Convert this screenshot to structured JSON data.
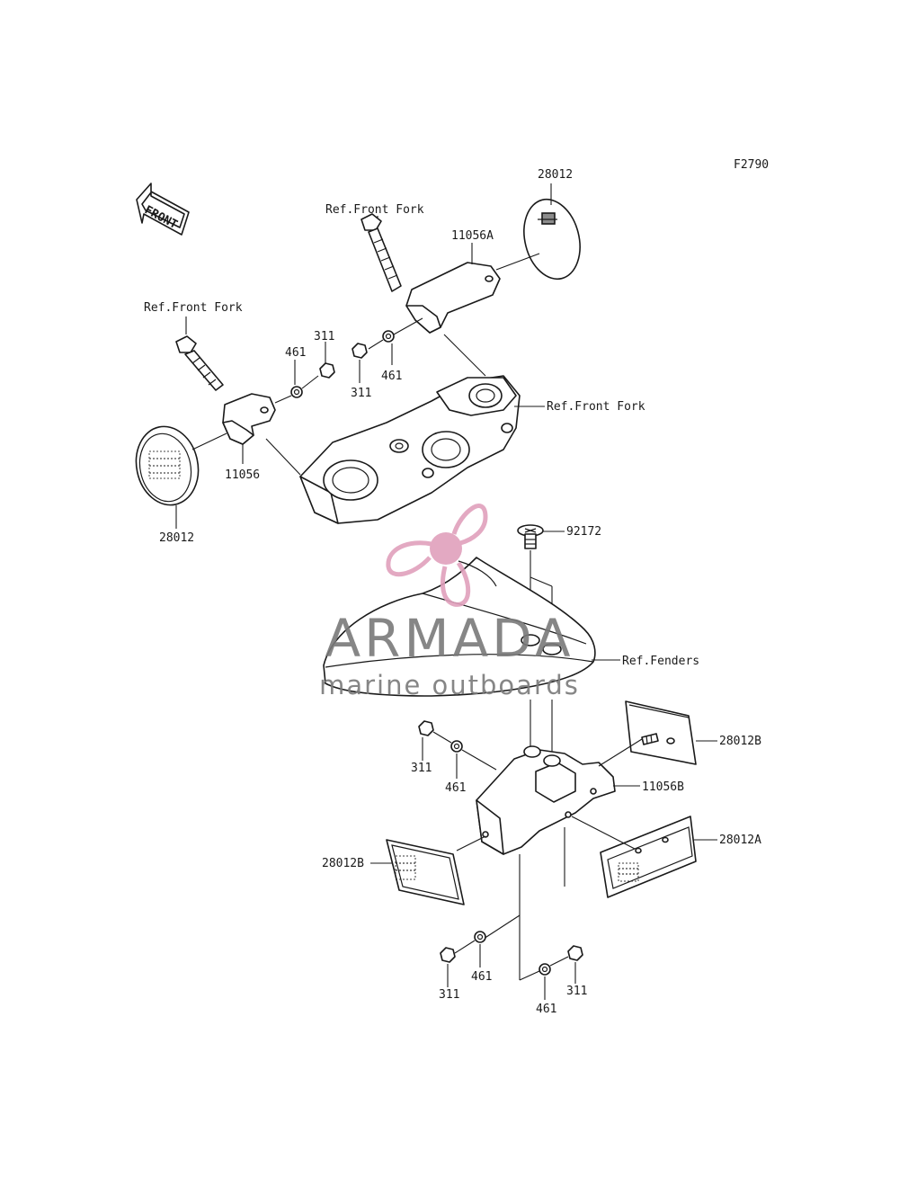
{
  "figure_code": "F2790",
  "front_arrow_text": "FRONT",
  "callouts": {
    "ref_front_fork_upper": "Ref.Front Fork",
    "ref_front_fork_left": "Ref.Front Fork",
    "ref_front_fork_right": "Ref.Front Fork",
    "ref_fenders": "Ref.Fenders",
    "p28012_top": "28012",
    "p28012_left": "28012",
    "p11056A": "11056A",
    "p11056": "11056",
    "p311_a": "311",
    "p311_b": "311",
    "p311_c": "311",
    "p311_d": "311",
    "p311_e": "311",
    "p461_a": "461",
    "p461_b": "461",
    "p461_c": "461",
    "p461_d": "461",
    "p461_e": "461",
    "p92172": "92172",
    "p28012B_right": "28012B",
    "p28012B_left": "28012B",
    "p28012A": "28012A",
    "p11056B": "11056B"
  },
  "watermark": {
    "name": "ARMADA",
    "tagline": "marine outboards",
    "color": "#e0a0bc"
  }
}
